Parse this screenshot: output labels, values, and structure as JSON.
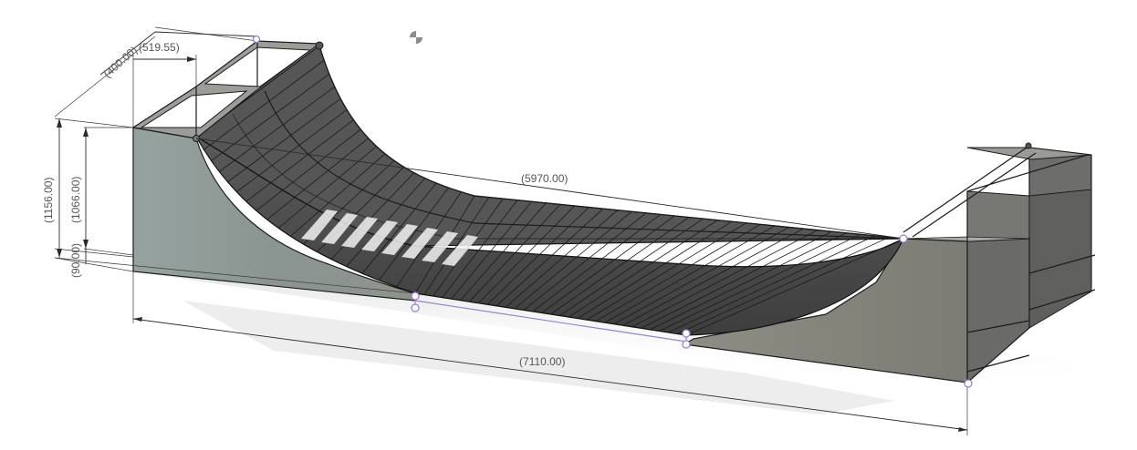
{
  "dimensions": {
    "overall_length": "(7110.00)",
    "ramp_flat_length": "(5970.00)",
    "total_height": "(1156.00)",
    "ramp_height": "(1066.00)",
    "base_height": "(90.00)",
    "deck_depth": "(519.55)",
    "deck_width": "(400.00)"
  },
  "icons": {
    "view_marker": "origin-marker-icon"
  },
  "colors": {
    "side_panel": "#8f9a97",
    "surface": "#4a4a4a",
    "slat_highlight": "#7a7a7a",
    "selection": "#9a7fd8"
  }
}
